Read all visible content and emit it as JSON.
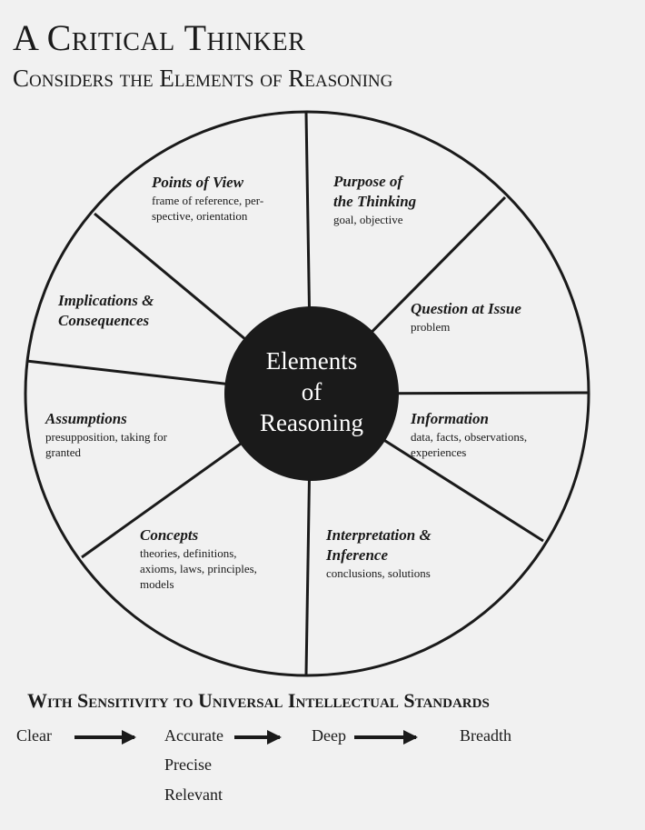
{
  "header": {
    "title": "A Critical Thinker",
    "subtitle": "Considers the Elements of Reasoning"
  },
  "center": {
    "line1": "Elements",
    "line2": "of",
    "line3": "Reasoning"
  },
  "elements": [
    {
      "title": "Points of View",
      "desc": [
        "frame of reference, per-",
        "spective, orientation"
      ]
    },
    {
      "title": [
        "Purpose of",
        "the Thinking"
      ],
      "desc": [
        "goal, objective"
      ]
    },
    {
      "title": "Question at Issue",
      "desc": [
        "problem"
      ]
    },
    {
      "title": "Information",
      "desc": [
        "data, facts, observations,",
        "experiences"
      ]
    },
    {
      "title": [
        "Interpretation &",
        "Inference"
      ],
      "desc": [
        "conclusions, solutions"
      ]
    },
    {
      "title": "Concepts",
      "desc": [
        "theories, definitions,",
        "axioms, laws, principles,",
        "models"
      ]
    },
    {
      "title": "Assumptions",
      "desc": [
        "presupposition, taking for",
        "granted"
      ]
    },
    {
      "title": [
        "Implications &",
        "Consequences"
      ],
      "desc": []
    }
  ],
  "standards": {
    "heading": "With Sensitivity to Universal Intellectual Standards",
    "items": [
      "Clear",
      "Accurate",
      "Precise",
      "Relevant",
      "Deep",
      "Breadth"
    ]
  },
  "colors": {
    "ink": "#1a1a1a",
    "paper": "#f1f1f1"
  }
}
